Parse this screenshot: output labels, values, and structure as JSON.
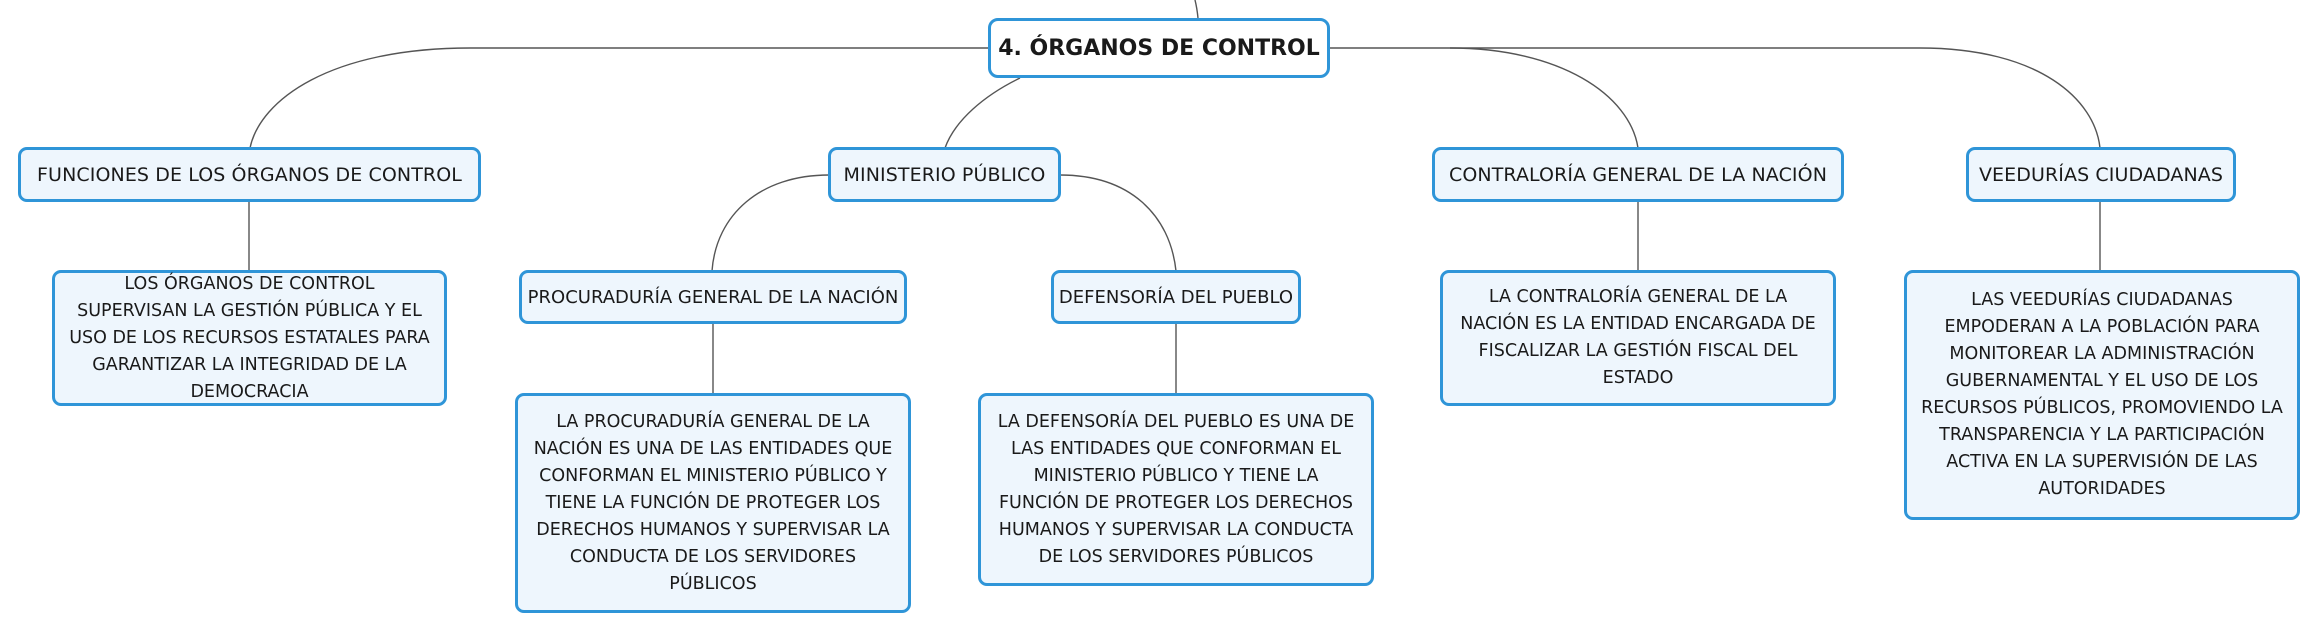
{
  "root": {
    "label": "4. ÓRGANOS DE CONTROL"
  },
  "topics": {
    "funciones": {
      "label": "FUNCIONES DE LOS ÓRGANOS DE CONTROL",
      "description": "LOS ÓRGANOS DE CONTROL SUPERVISAN LA GESTIÓN PÚBLICA Y EL USO DE LOS RECURSOS ESTATALES PARA GARANTIZAR LA INTEGRIDAD DE LA DEMOCRACIA"
    },
    "ministerio": {
      "label": "MINISTERIO PÚBLICO",
      "children": {
        "procuraduria": {
          "label": "PROCURADURÍA GENERAL DE LA NACIÓN",
          "description": "LA PROCURADURÍA GENERAL DE LA NACIÓN ES UNA DE LAS ENTIDADES QUE CONFORMAN EL MINISTERIO PÚBLICO Y TIENE LA FUNCIÓN DE PROTEGER LOS DERECHOS HUMANOS Y SUPERVISAR LA CONDUCTA DE LOS SERVIDORES PÚBLICOS"
        },
        "defensoria": {
          "label": "DEFENSORÍA DEL PUEBLO",
          "description": "LA DEFENSORÍA DEL PUEBLO ES UNA DE LAS ENTIDADES QUE CONFORMAN EL MINISTERIO PÚBLICO Y TIENE LA FUNCIÓN DE PROTEGER LOS DERECHOS HUMANOS Y SUPERVISAR LA CONDUCTA DE LOS SERVIDORES PÚBLICOS"
        }
      }
    },
    "contraloria": {
      "label": "CONTRALORÍA GENERAL DE LA NACIÓN",
      "description": "LA CONTRALORÍA GENERAL DE LA NACIÓN ES LA ENTIDAD ENCARGADA DE FISCALIZAR LA GESTIÓN FISCAL DEL ESTADO"
    },
    "veedurias": {
      "label": "VEEDURÍAS CIUDADANAS",
      "description": "LAS VEEDURÍAS CIUDADANAS EMPODERAN A LA POBLACIÓN PARA MONITOREAR LA ADMINISTRACIÓN GUBERNAMENTAL Y EL USO DE LOS RECURSOS PÚBLICOS, PROMOVIENDO LA TRANSPARENCIA Y LA PARTICIPACIÓN ACTIVA EN LA SUPERVISIÓN DE LAS AUTORIDADES"
    }
  },
  "colors": {
    "border": "#2f95d8",
    "fill": "#eef6fd",
    "connector": "#555555"
  }
}
